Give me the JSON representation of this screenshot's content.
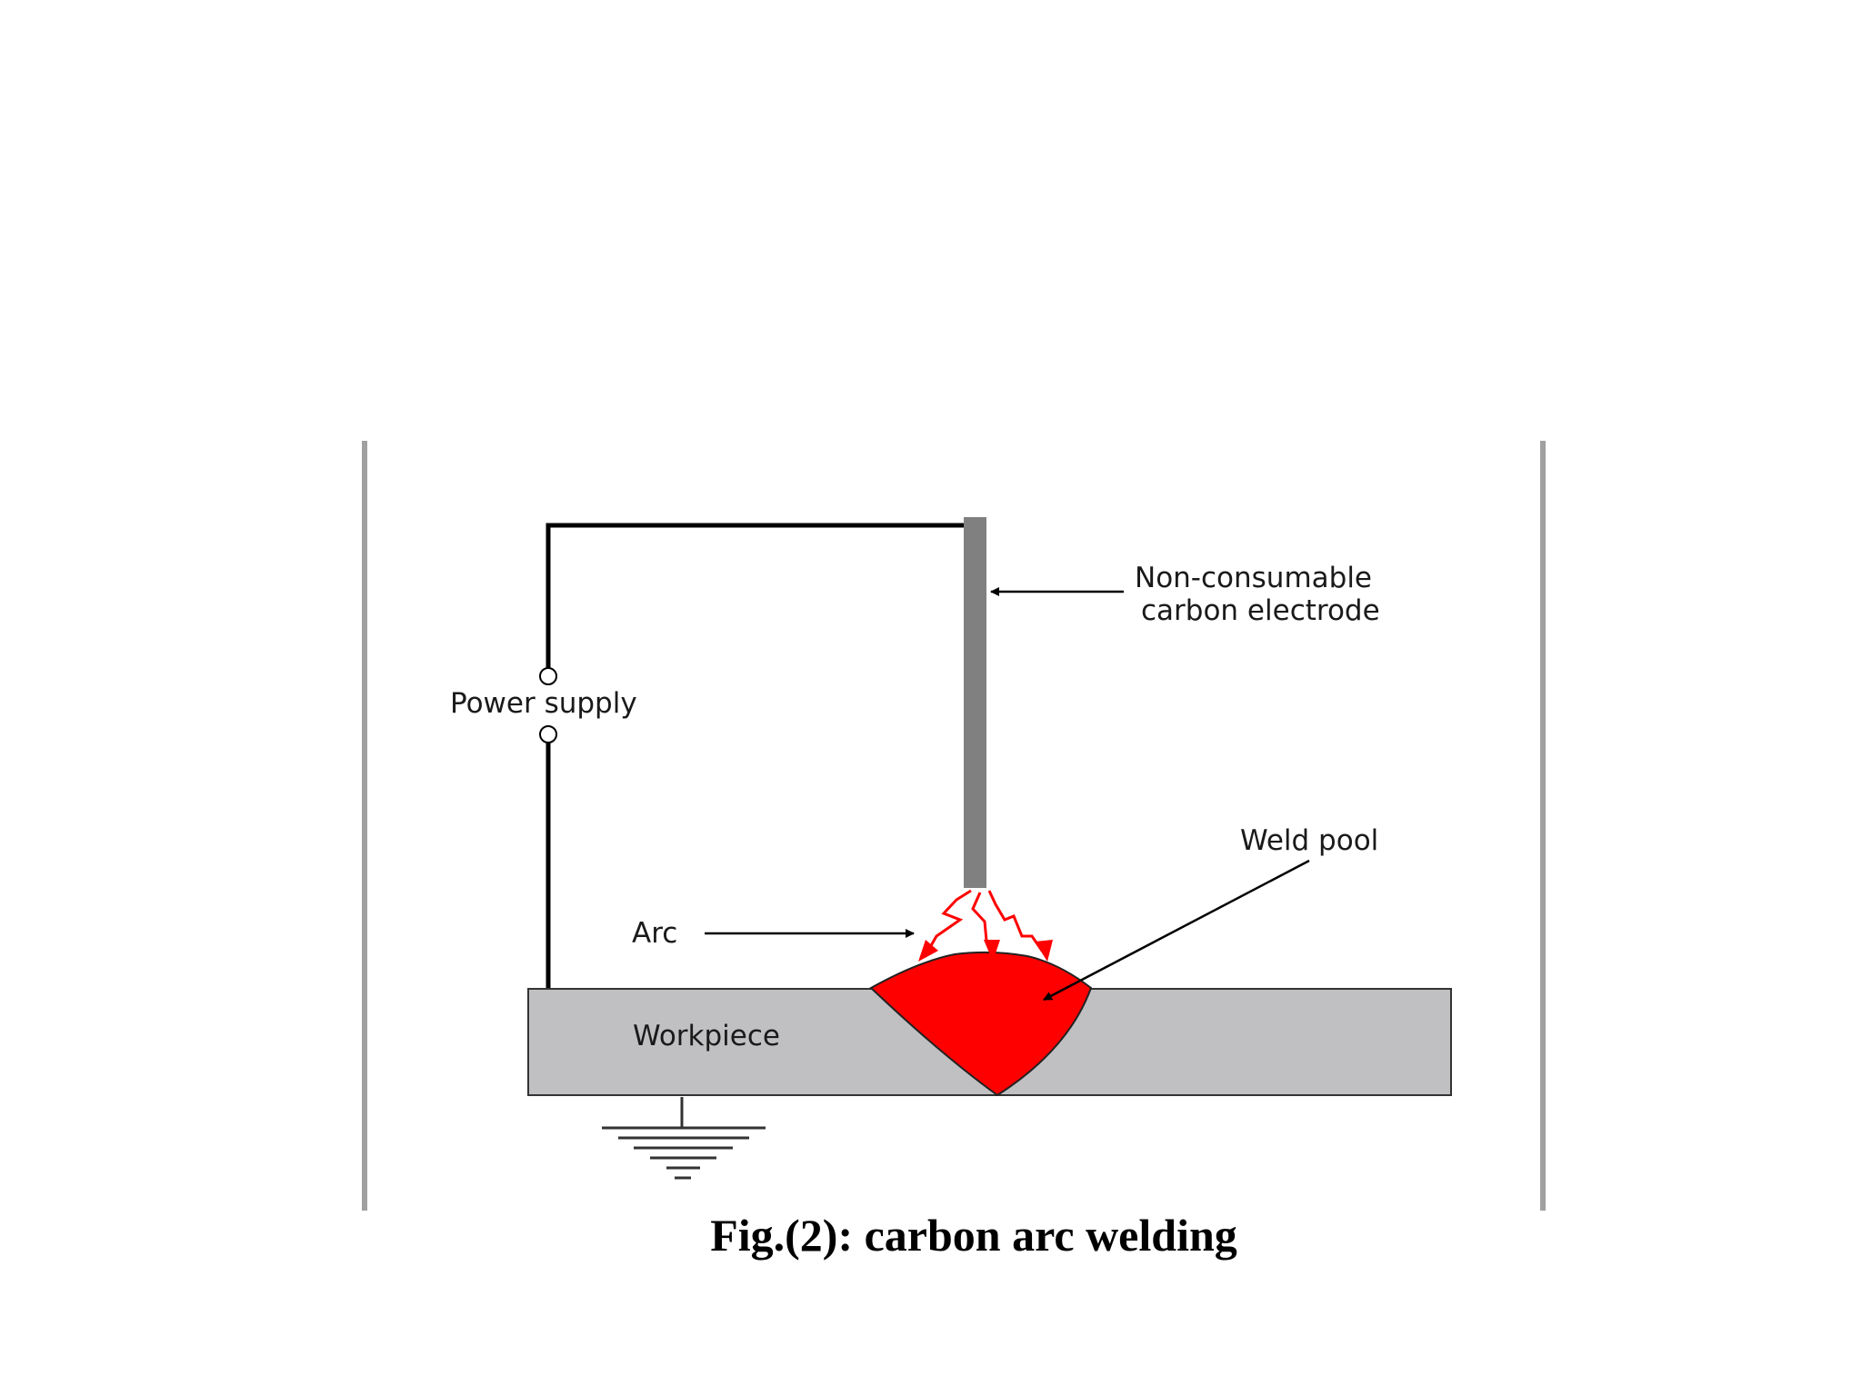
{
  "figure": {
    "labels": {
      "electrode": [
        "Non-consumable",
        "carbon electrode"
      ],
      "power_supply": "Power supply",
      "weld_pool": "Weld pool",
      "arc": "Arc",
      "workpiece": "Workpiece"
    },
    "caption": "Fig.(2): carbon arc welding",
    "colors": {
      "workpiece": "#c0bfc1",
      "electrode": "#808080",
      "weld_pool": "#ff0000",
      "arc": "#ff0000",
      "frame_line": "#a0a0a0",
      "wire": "#000000"
    }
  }
}
